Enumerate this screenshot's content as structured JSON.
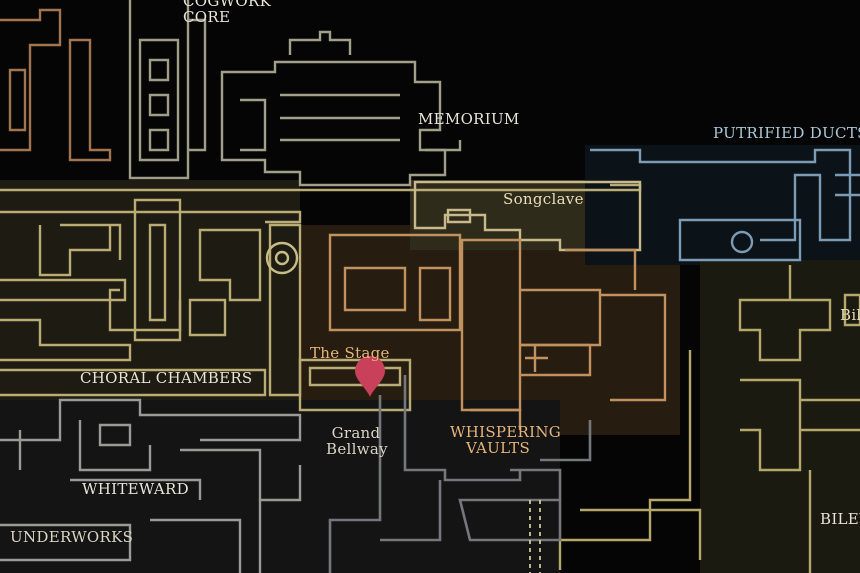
{
  "map": {
    "regions": [
      {
        "key": "cogwork_core",
        "label": "COGWORK\nCORE"
      },
      {
        "key": "memorium",
        "label": "MEMORIUM"
      },
      {
        "key": "putrified_ducts",
        "label": "PUTRIFIED DUCTS"
      },
      {
        "key": "songclave",
        "label": "Songclave"
      },
      {
        "key": "the_stage",
        "label": "The Stage"
      },
      {
        "key": "choral_chambers",
        "label": "CHORAL CHAMBERS"
      },
      {
        "key": "grand_bellway",
        "label": "Grand\nBellway"
      },
      {
        "key": "whispering_vaults",
        "label": "WHISPERING\nVAULTS"
      },
      {
        "key": "whiteward",
        "label": "WHITEWARD"
      },
      {
        "key": "underworks",
        "label": "UNDERWORKS"
      },
      {
        "key": "bilewater_partial_top",
        "label": "Bil"
      },
      {
        "key": "bilewater_partial_bottom",
        "label": "BILEW"
      }
    ],
    "player_marker": {
      "icon": "location-pin-icon",
      "color": "#c8405a"
    },
    "zone_colors": {
      "gold_zone": "#b58a5a",
      "yellow_zone": "#b8a86a",
      "blue_zone": "#6f8aa0",
      "grey_zone": "#8a8a88",
      "olive_zone": "#a39f72"
    }
  }
}
